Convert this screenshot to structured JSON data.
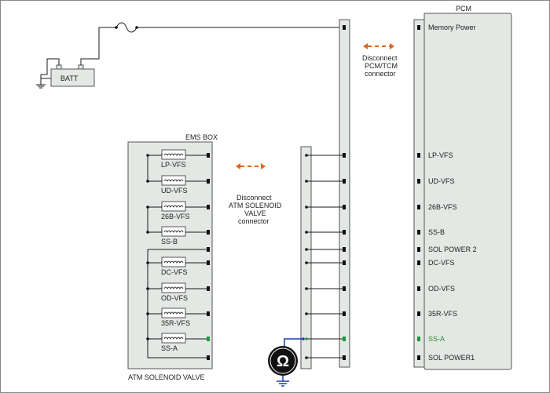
{
  "colors": {
    "wire": "#1a1a1a",
    "panel_fill": "#e3e8e4",
    "panel_stroke": "#555555",
    "pin": "#111111",
    "active_pin": "#1e9a3a",
    "arrow": "#e0661c",
    "ohm_bg": "#111111",
    "probe_wire": "#1a3fb0"
  },
  "battery": {
    "label": "BATT"
  },
  "ems_box": {
    "title": "EMS BOX",
    "footer": "ATM SOLENOID VALVE",
    "components": [
      "LP-VFS",
      "UD-VFS",
      "26B-VFS",
      "SS-B",
      "DC-VFS",
      "OD-VFS",
      "35R-VFS",
      "SS-A"
    ]
  },
  "connector_notes": {
    "atm": [
      "Disconnect",
      "ATM SOLENOID",
      "VALVE",
      "connector"
    ],
    "pcm": [
      "Disconnect",
      "PCM/TCM",
      "connector"
    ]
  },
  "pcm": {
    "title": "PCM",
    "pins": [
      "Memory Power",
      "LP-VFS",
      "UD-VFS",
      "26B-VFS",
      "SS-B",
      "SOL  POWER 2",
      "DC-VFS",
      "OD-VFS",
      "35R-VFS",
      "SS-A",
      "SOL   POWER1"
    ],
    "active_pin": "SS-A"
  },
  "meter": {
    "icon": "ohmmeter-icon",
    "symbol": "Ω"
  }
}
